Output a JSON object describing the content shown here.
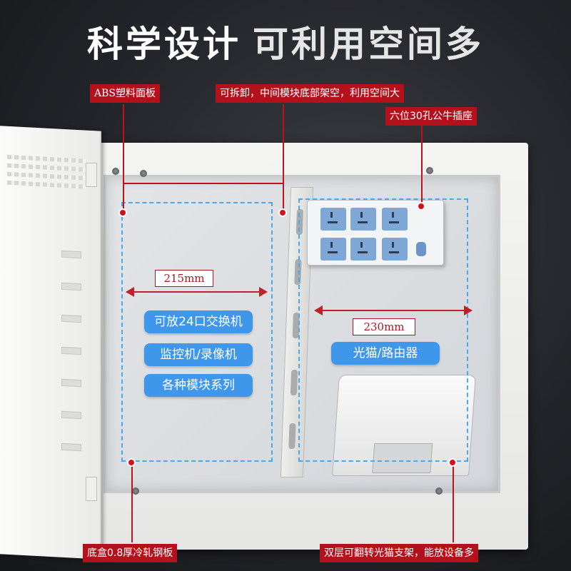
{
  "headline": {
    "bold": "科学设计",
    "light": "可利用空间多"
  },
  "callouts": {
    "abs_panel": "ABS塑料面板",
    "removable": "可拆卸，中间模块底部架空，利用空间大",
    "socket": "六位30孔公牛插座",
    "bottom_box": "底盒0.8厚冷轧钢板",
    "bracket": "双层可翻转光猫支架，能放设备多"
  },
  "left_zone": {
    "dimension": "215mm",
    "items": [
      "可放24口交换机",
      "监控机/录像机",
      "各种模块系列"
    ]
  },
  "right_zone": {
    "dimension": "230mm",
    "item": "光猫/路由器"
  },
  "colors": {
    "accent_red": "#b3121c",
    "zone_blue": "#4aa8f0",
    "pill_blue": "#3e97ea"
  }
}
